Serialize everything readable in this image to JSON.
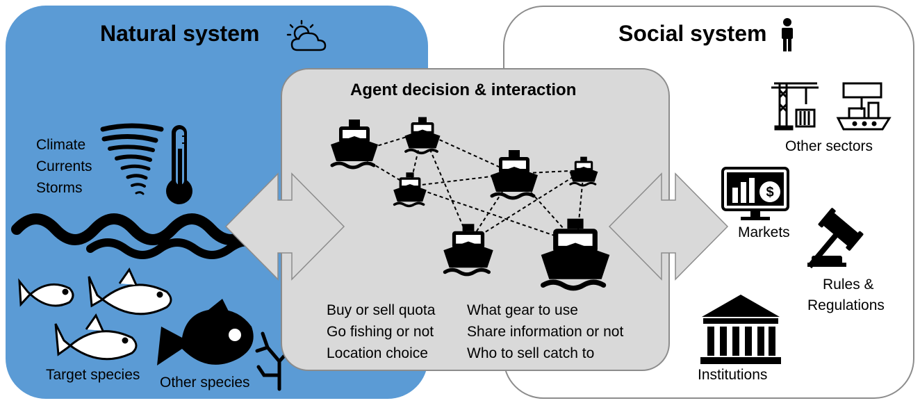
{
  "natural": {
    "title": "Natural system",
    "drivers": [
      "Climate",
      "Currents",
      "Storms"
    ],
    "target_species": "Target species",
    "other_species": "Other species"
  },
  "social": {
    "title": "Social system",
    "other_sectors": "Other sectors",
    "markets": "Markets",
    "rules": [
      "Rules &",
      "Regulations"
    ],
    "institutions": "Institutions"
  },
  "agent": {
    "title": "Agent decision & interaction",
    "decisions_left": [
      "Buy or sell quota",
      "Go fishing or not",
      "Location choice"
    ],
    "decisions_right": [
      "What gear to use",
      "Share information or not",
      "Who to sell catch to"
    ]
  },
  "colors": {
    "natural_bg": "#5b9bd5",
    "agent_bg": "#d9d9d9",
    "border": "#8c8c8c",
    "arrow": "#d9d9d9"
  },
  "icons": [
    "weather-icon",
    "person-icon",
    "tornado-icon",
    "thermometer-icon",
    "wave-icon",
    "fish-icon",
    "coral-icon",
    "boat-icon",
    "crane-icon",
    "cargo-ship-icon",
    "market-monitor-icon",
    "gavel-icon",
    "institution-building-icon",
    "double-arrow-icon"
  ]
}
